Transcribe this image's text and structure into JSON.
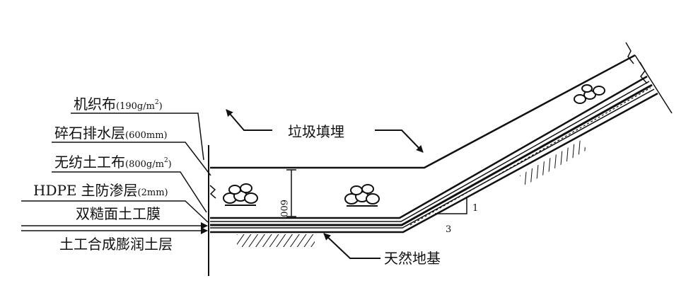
{
  "labels": {
    "woven_fabric": {
      "main": "机织布",
      "spec_a": "(190",
      "spec_b": "g",
      "spec_c": "m",
      "spec_d": "2",
      "spec_e": ")"
    },
    "gravel_drain": {
      "main": "碎石排水层",
      "spec": "(600mm)"
    },
    "nonwoven": {
      "main": "无纺土工布",
      "spec_a": "(800",
      "spec_b": "g",
      "spec_c": "m",
      "spec_d": "2",
      "spec_e": ")"
    },
    "hdpe": {
      "pre": "HDPE",
      "main": "主防渗层",
      "spec": "(2mm)"
    },
    "double_texture": "双糙面土工膜",
    "gcl": "土工合成膨润土层",
    "waste_fill": "垃圾填埋",
    "natural_base": "天然地基",
    "thickness": "600",
    "slope_v": "1",
    "slope_h": "3"
  },
  "colors": {
    "ink": "#111111",
    "paper": "#ffffff"
  }
}
